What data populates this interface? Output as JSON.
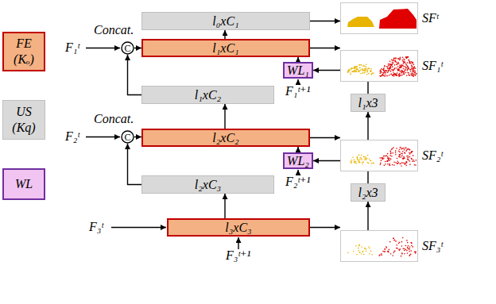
{
  "diagram": {
    "nodes": [
      {
        "text": [
          "l₀xC₁"
        ]
      },
      {
        "text": [
          "l₁xC₁"
        ]
      },
      {
        "text": [
          "WL₁"
        ]
      },
      {
        "text": [
          "l₁xC₂"
        ]
      },
      {
        "text": [
          "l₁x3"
        ]
      },
      {
        "text": [
          "l₂xC₂"
        ]
      },
      {
        "text": [
          "WL₂"
        ]
      },
      {
        "text": [
          "l₂xC₃"
        ]
      },
      {
        "text": [
          "l₂x3"
        ]
      },
      {
        "text": [
          "l₃xC₃"
        ]
      },
      {
        "text": [
          "SFᵗ"
        ]
      },
      {
        "text": [
          "SF₁ᵗ"
        ]
      },
      {
        "text": [
          "SF₂ᵗ"
        ]
      },
      {
        "text": [
          "SF₃ᵗ"
        ]
      },
      {
        "text": [
          "C"
        ]
      },
      {
        "text": [
          "C"
        ]
      }
    ],
    "edges": [
      {
        "from": 14,
        "to": 1,
        "arrow": "to"
      },
      {
        "from": 1,
        "to": 0,
        "arrow": "to"
      },
      {
        "from": 1,
        "to": 11,
        "arrow": "to"
      },
      {
        "from": 0,
        "to": 10,
        "arrow": "to"
      },
      {
        "from": 3,
        "to": 14,
        "arrow": "to"
      },
      {
        "from": 2,
        "to": 1,
        "arrow": "to"
      },
      {
        "from": 4,
        "to": 2,
        "arrow": "to"
      },
      {
        "from": 12,
        "to": 4,
        "arrow": "to"
      },
      {
        "from": 5,
        "to": 3,
        "arrow": "to"
      },
      {
        "from": 5,
        "to": 12,
        "arrow": "to"
      },
      {
        "from": 15,
        "to": 5,
        "arrow": "to"
      },
      {
        "from": 7,
        "to": 15,
        "arrow": "to"
      },
      {
        "from": 6,
        "to": 5,
        "arrow": "to"
      },
      {
        "from": 8,
        "to": 6,
        "arrow": "to"
      },
      {
        "from": 13,
        "to": 8,
        "arrow": "to"
      },
      {
        "from": 9,
        "to": 7,
        "arrow": "to"
      },
      {
        "from": 9,
        "to": 13,
        "arrow": "to"
      }
    ],
    "labels": [
      "Concat.",
      "Concat.",
      "F₁ᵗ",
      "F₂ᵗ",
      "F₃ᵗ",
      "F₁ᵗ⁺¹",
      "F₂ᵗ⁺¹",
      "F₃ᵗ⁺¹"
    ],
    "legend": [
      {
        "text": "FE (Kₒ)",
        "color": "#f4b183"
      },
      {
        "text": "US (Kq)",
        "color": "#d9d9d9"
      },
      {
        "text": "WL",
        "color": "#f2c4f2"
      }
    ]
  }
}
